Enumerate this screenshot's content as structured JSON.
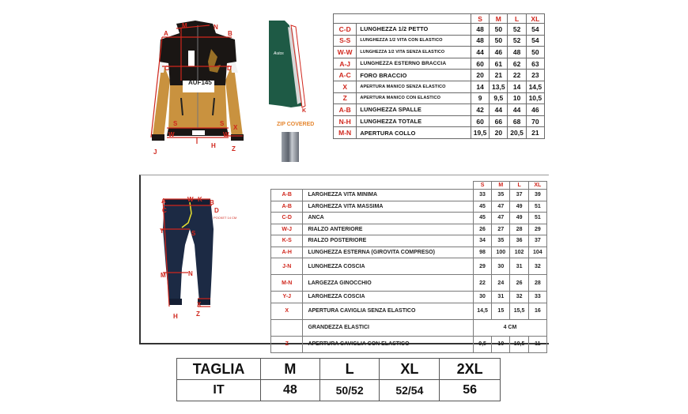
{
  "jacket": {
    "product_code": "AUF145",
    "zip_note": "ZIP COVERED",
    "sizes": [
      "S",
      "M",
      "L",
      "XL"
    ],
    "rows": [
      {
        "code": "C-D",
        "label": "LUNGHEZZA 1/2 PETTO",
        "values": [
          "48",
          "50",
          "52",
          "54"
        ]
      },
      {
        "code": "S-S",
        "label": "LUNGHEZZA 1/2 VITA CON ELASTICO",
        "values": [
          "48",
          "50",
          "52",
          "54"
        ]
      },
      {
        "code": "W-W",
        "label": "LUNGHEZZA 1/2 VITA SENZA ELASTICO",
        "values": [
          "44",
          "46",
          "48",
          "50"
        ]
      },
      {
        "code": "A-J",
        "label": "LUNGHEZZA ESTERNO BRACCIA",
        "values": [
          "60",
          "61",
          "62",
          "63"
        ]
      },
      {
        "code": "A-C",
        "label": "FORO BRACCIO",
        "values": [
          "20",
          "21",
          "22",
          "23"
        ]
      },
      {
        "code": "X",
        "label": "APERTURA MANICO SENZA ELASTICO",
        "values": [
          "14",
          "13,5",
          "14",
          "14,5"
        ]
      },
      {
        "code": "Z",
        "label": "APERTURA MANICO CON ELASTICO",
        "values": [
          "9",
          "9,5",
          "10",
          "10,5"
        ]
      },
      {
        "code": "A-B",
        "label": "LUNGHEZZA SPALLE",
        "values": [
          "42",
          "44",
          "44",
          "46"
        ]
      },
      {
        "code": "N-H",
        "label": "LUNGHEZZA TOTALE",
        "values": [
          "60",
          "66",
          "68",
          "70"
        ]
      },
      {
        "code": "M-N",
        "label": "APERTURA COLLO",
        "values": [
          "19,5",
          "20",
          "20,5",
          "21"
        ]
      }
    ],
    "diagram_labels": {
      "A": "A",
      "B": "B",
      "C": "C",
      "D": "D",
      "M": "M",
      "N": "N",
      "S": "S",
      "W": "W",
      "H": "H",
      "J": "J",
      "X": "X",
      "Z": "Z",
      "K": "K"
    }
  },
  "pants": {
    "pocket_note": "POCKET 14 CM",
    "sizes": [
      "S",
      "M",
      "L",
      "XL"
    ],
    "rows": [
      {
        "code": "A-B",
        "label": "LARGHEZZA VITA MINIMA",
        "values": [
          "33",
          "35",
          "37",
          "39"
        ]
      },
      {
        "code": "A-B",
        "label": "LARGHEZZA VITA MASSIMA",
        "values": [
          "45",
          "47",
          "49",
          "51"
        ]
      },
      {
        "code": "C-D",
        "label": "ANCA",
        "values": [
          "45",
          "47",
          "49",
          "51"
        ]
      },
      {
        "code": "W-J",
        "label": "RIALZO ANTERIORE",
        "values": [
          "26",
          "27",
          "28",
          "29"
        ]
      },
      {
        "code": "K-S",
        "label": "RIALZO POSTERIORE",
        "values": [
          "34",
          "35",
          "36",
          "37"
        ]
      },
      {
        "code": "A-H",
        "label": "LUNGHEZZA ESTERNA (GIROVITA COMPRESO)",
        "values": [
          "98",
          "100",
          "102",
          "104"
        ]
      },
      {
        "code": "J-N",
        "label": "LUNGHEZZA COSCIA",
        "values": [
          "29",
          "30",
          "31",
          "32"
        ]
      },
      {
        "code": "M-N",
        "label": "LARGEZZA GINOCCHIO",
        "values": [
          "22",
          "24",
          "26",
          "28"
        ]
      },
      {
        "code": "Y-J",
        "label": "LARGHEZZA COSCIA",
        "values": [
          "30",
          "31",
          "32",
          "33"
        ]
      },
      {
        "code": "X",
        "label": "APERTURA CAVIGLIA SENZA ELASTICO",
        "values": [
          "14,5",
          "15",
          "15,5",
          "16"
        ]
      }
    ],
    "elastic_row": {
      "code": "",
      "label": "GRANDEZZA ELASTICI",
      "value": "4 CM"
    },
    "last_row": {
      "code": "Z",
      "label": "APERTURA CAVIGLIA CON ELASTICO",
      "values": [
        "9,5",
        "10",
        "10,5",
        "11"
      ]
    },
    "diagram_labels": {
      "A": "A",
      "W": "W",
      "K": "K",
      "B": "B",
      "C": "C",
      "D": "D",
      "Y": "Y",
      "S": "S",
      "M": "M",
      "N": "N",
      "H": "H",
      "X": "X",
      "Z": "Z"
    }
  },
  "size_conversion": {
    "header": [
      "TAGLIA",
      "M",
      "L",
      "XL",
      "2XL"
    ],
    "row": [
      "IT",
      "48",
      "50/52",
      "52/54",
      "56"
    ]
  },
  "colors": {
    "accent_red": "#d0261c",
    "jacket_black": "#1a1614",
    "jacket_tan": "#c9923f",
    "jacket_green": "#1e5a45",
    "pants_navy": "#1c2a44"
  }
}
